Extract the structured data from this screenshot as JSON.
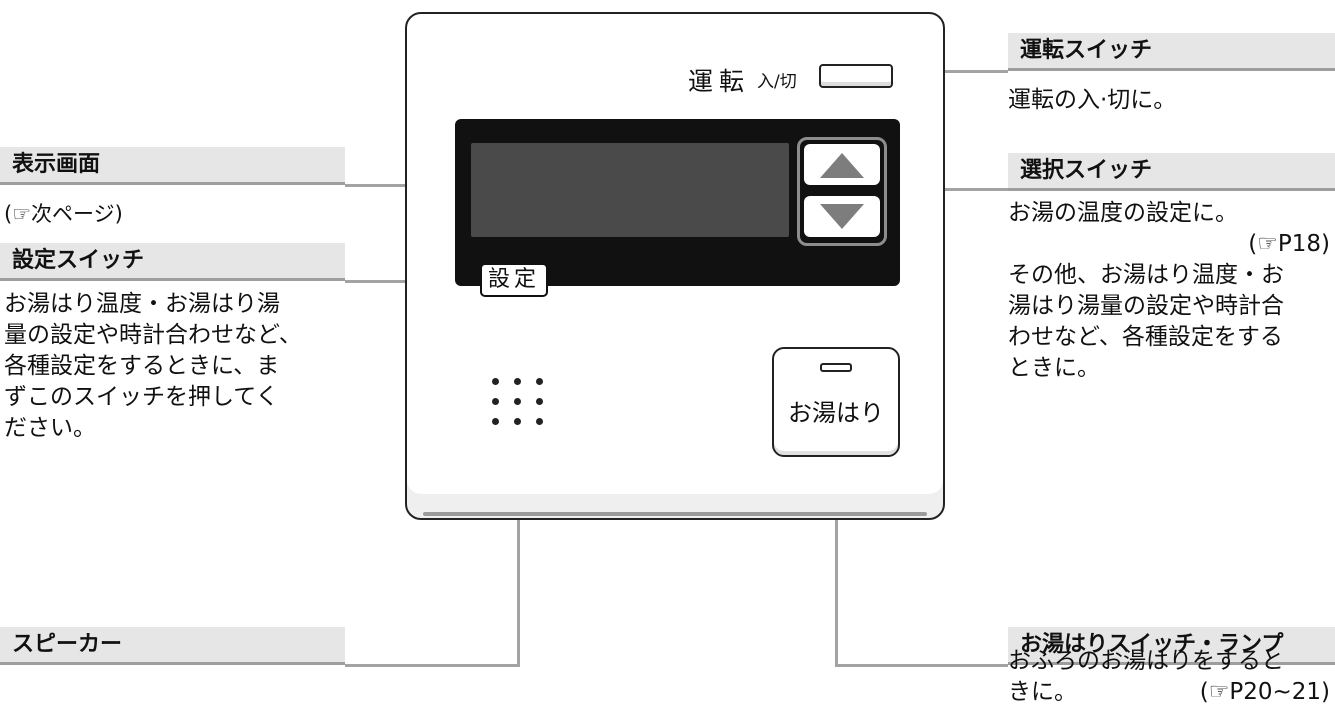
{
  "left_labels": {
    "display": {
      "title": "表示画面",
      "desc": "(☞次ページ)"
    },
    "setting": {
      "title": "設定スイッチ",
      "desc_lines": [
        "お湯はり温度・お湯はり湯",
        "量の設定や時計合わせなど、",
        "各種設定をするときに、ま",
        "ずこのスイッチを押してく",
        "ださい。"
      ]
    },
    "speaker": {
      "title": "スピーカー"
    }
  },
  "right_labels": {
    "power": {
      "title": "運転スイッチ",
      "desc": "運転の入·切に。"
    },
    "select": {
      "title": "選択スイッチ",
      "desc_line1": "お湯の温度の設定に。",
      "ref": "(☞P18)",
      "desc_lines": [
        "その他、お湯はり温度・お",
        "湯はり湯量の設定や時計合",
        "わせなど、各種設定をする",
        "ときに。"
      ]
    },
    "fill": {
      "title": "お湯はりスイッチ・ランプ",
      "desc_line1": "おふろのお湯はりをすると",
      "desc_line2": "きに。",
      "ref": "(☞P20~21)"
    }
  },
  "panel": {
    "power_label": "運転",
    "power_sub": "入/切",
    "setting_button": "設定",
    "fill_button": "お湯はり",
    "up_icon": "triangle-up-icon",
    "down_icon": "triangle-down-icon"
  }
}
